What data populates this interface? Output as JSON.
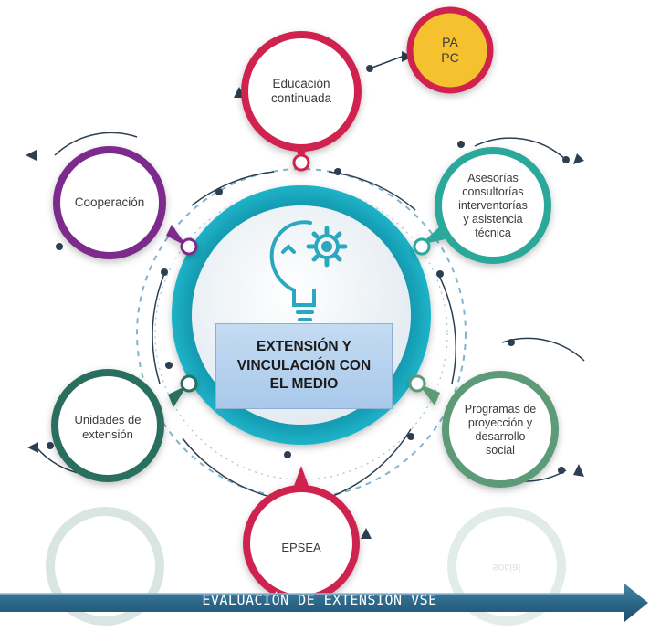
{
  "center": {
    "title": "EXTENSIÓN Y\nVINCULACIÓN CON\nEL MEDIO",
    "icon": "lightbulb-gear-icon"
  },
  "nodes": {
    "educacion": {
      "label": "Educación\ncontinuada",
      "color": "#d0234f"
    },
    "pa_pc": {
      "label": "PA\nPC",
      "color": "#d0234f",
      "fill": "#f5c12e"
    },
    "asesorias": {
      "label": "Asesorías\nconsultorías\ninterventorías\ny asistencia\ntécnica",
      "color": "#2aa89a"
    },
    "cooperacion": {
      "label": "Cooperación",
      "color": "#7c2a8c"
    },
    "programas": {
      "label": "Programas de\nproyección y\ndesarrollo\nsocial",
      "color": "#5c9a78"
    },
    "unidades": {
      "label": "Unidades de\nextensión",
      "color": "#2a6e60"
    },
    "epsea": {
      "label": "EPSEA",
      "color": "#d0234f"
    }
  },
  "bottom_bar": {
    "label": "EVALUACIÓN DE EXTENSIÓN VSE",
    "color": "#2f6c8f"
  },
  "colors": {
    "ring_outer": "#1aa3b8",
    "ring_inner": "#e8eef2",
    "connector": "#2c3e50"
  }
}
